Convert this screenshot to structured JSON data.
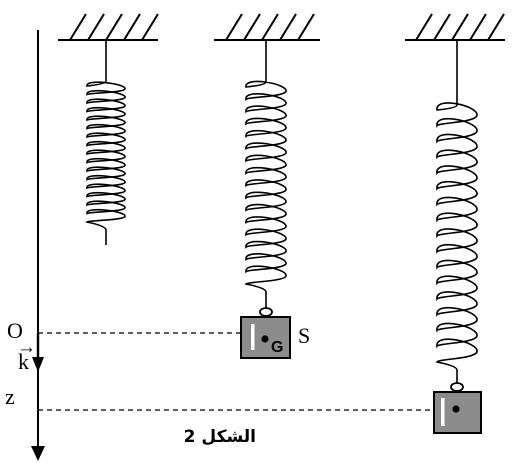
{
  "labels": {
    "origin": "O",
    "unit_vector": "k",
    "vector_arrow": "→",
    "axis": "z",
    "mass": "S",
    "center_of_mass": "G"
  },
  "caption": "الشكل 2",
  "colors": {
    "ink": "#000000",
    "mass_fill": "#8c8c8c",
    "highlight": "#ffffff"
  }
}
